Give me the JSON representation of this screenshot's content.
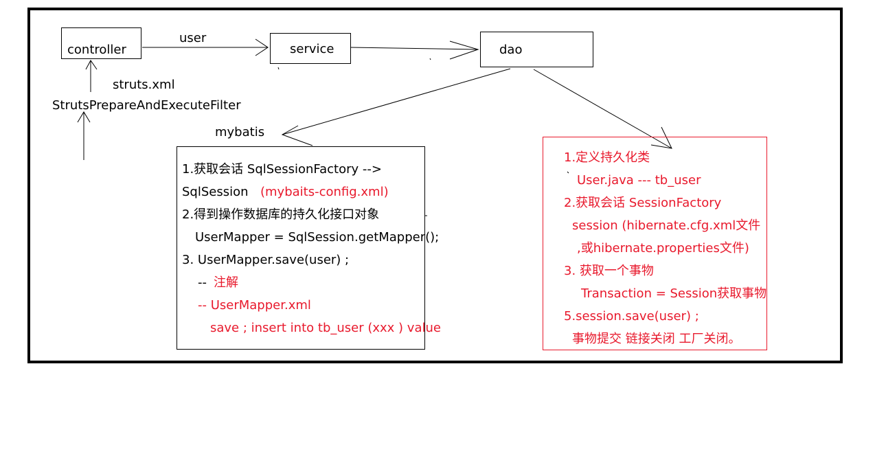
{
  "nodes": {
    "controller": "controller",
    "service": "service",
    "dao": "dao"
  },
  "labels": {
    "user": "user",
    "struts_xml": "struts.xml",
    "filter": "StrutsPrepareAndExecuteFilter",
    "mybatis": "mybatis"
  },
  "mybatis_box": {
    "line1": "1.获取会话  SqlSessionFactory -->",
    "line2a": "SqlSession",
    "line2b": "(mybaits-config.xml)",
    "line3": "2.得到操作数据库的持久化接口对象",
    "line4": "UserMapper =  SqlSession.getMapper();",
    "line5": "3. UserMapper.save(user) ;",
    "line6a": "-- ",
    "line6b": "注解",
    "line7": "-- UserMapper.xml",
    "line8": "save ; insert into tb_user (xxx ) value"
  },
  "hibernate_box": {
    "line1": "1.定义持久化类",
    "line2": "User.java --- tb_user",
    "line3": "2.获取会话 SessionFactory",
    "line4": "session   (hibernate.cfg.xml文件",
    "line5": ",或hibernate.properties文件)",
    "line6": "3. 获取一个事物",
    "line7": "Transaction = Session获取事物",
    "line8": "5.session.save(user) ;",
    "line9": "事物提交    链接关闭  工厂关闭。"
  },
  "colors": {
    "accent_red": "#e8192c",
    "ink": "#000000"
  }
}
